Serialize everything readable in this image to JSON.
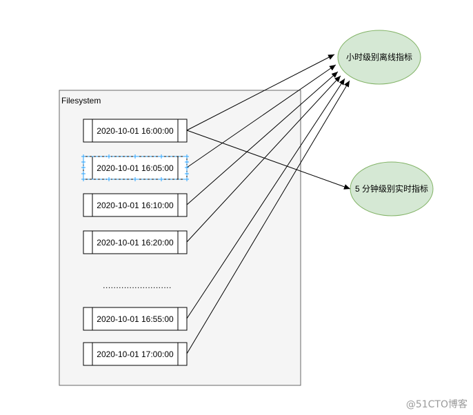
{
  "container": {
    "label": "Filesystem"
  },
  "files": [
    {
      "label": "2020-10-01 16:00:00"
    },
    {
      "label": "2020-10-01 16:05:00",
      "selected": true
    },
    {
      "label": "2020-10-01 16:10:00"
    },
    {
      "label": "2020-10-01 16:20:00"
    },
    {
      "label": "2020-10-01 16:55:00"
    },
    {
      "label": "2020-10-01 17:00:00"
    }
  ],
  "ellipsis": "..........................",
  "targets": {
    "hourly": {
      "label": "小时级别离线指标"
    },
    "realtime": {
      "label": "5 分钟级别实时指标"
    }
  },
  "watermark": "@51CTO博客",
  "colors": {
    "container_fill": "#f5f5f5",
    "container_stroke": "#666666",
    "ellipse_fill": "#d5e8d4",
    "ellipse_stroke": "#82b366",
    "selection": "#29a3ff"
  }
}
